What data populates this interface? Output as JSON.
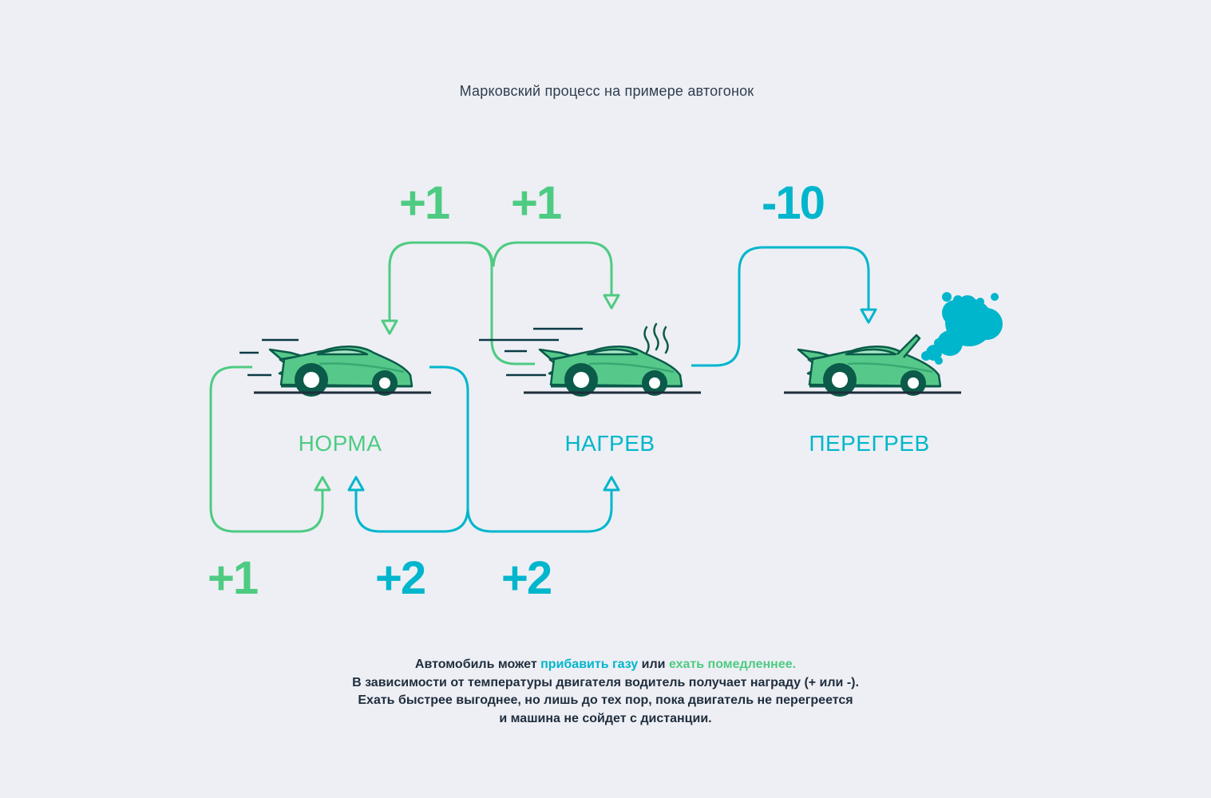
{
  "title": "Марковский процесс на примере автогонок",
  "states": {
    "norm": "НОРМА",
    "heat": "НАГРЕВ",
    "overheat": "ПЕРЕГРЕВ"
  },
  "rewards": {
    "norm_to_norm_slow": "+1",
    "heat_to_norm_slow": "+1",
    "norm_to_heat_fast": "+1",
    "norm_to_norm_fast": "+2",
    "heat_to_heat_slow": "+2",
    "heat_to_overheat_fast": "-10"
  },
  "caption": {
    "line1_prefix": "Автомобиль может ",
    "line1_fast": "прибавить газу",
    "line1_mid": " или ",
    "line1_slow": "ехать помедленнее.",
    "line2": "В зависимости от температуры двигателя водитель получает награду (+ или -).",
    "line3": "Ехать быстрее выгоднее, но лишь до тех пор, пока двигатель не перегреется",
    "line4": "и машина не сойдет с дистанции."
  },
  "colors": {
    "slow": "#4ecb82",
    "fast": "#00b6cc",
    "car_body": "#56c98a",
    "car_outline": "#0b5a4a",
    "background": "#edeff4"
  },
  "icons": [
    "car-icon",
    "heat-waves-icon",
    "smoke-cloud-icon",
    "speed-lines-icon",
    "arrow-head-icon"
  ]
}
